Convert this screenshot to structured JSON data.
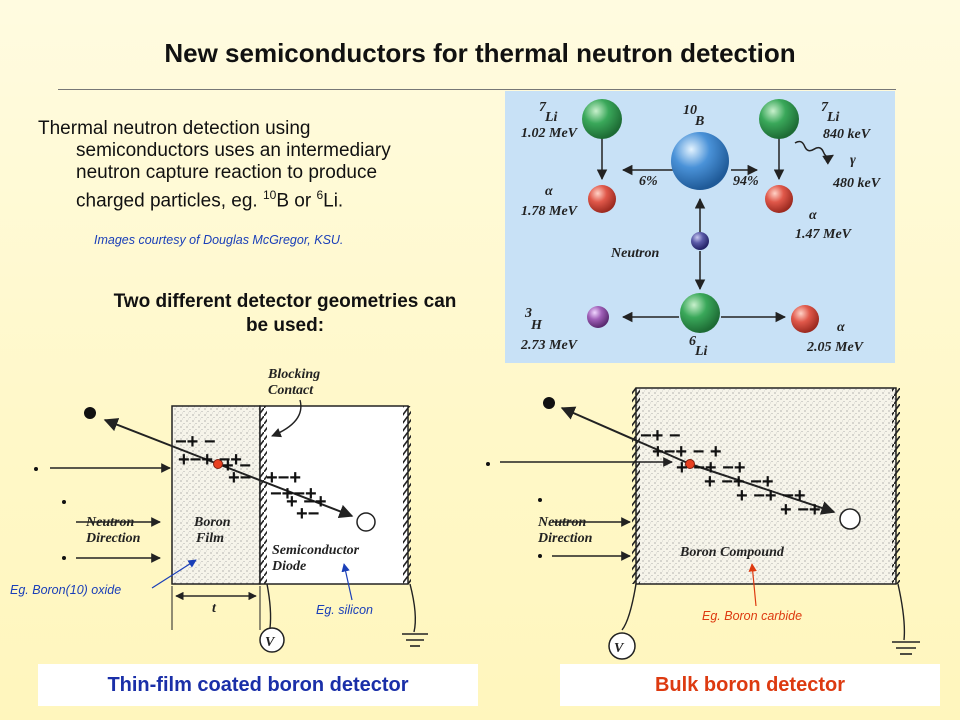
{
  "title": "New semiconductors for thermal neutron detection",
  "intro": {
    "line1": "Thermal neutron detection using",
    "line2": "semiconductors uses an intermediary",
    "line3": "neutron capture reaction to produce",
    "line4_prefix": "charged particles, eg. ",
    "b_mass": "10",
    "line4_mid": "B or ",
    "li_mass": "6",
    "line4_suffix": "Li."
  },
  "credit": "Images courtesy of Douglas McGregor, KSU.",
  "geometries_heading_line1": "Two different detector geometries can",
  "geometries_heading_line2": "be used:",
  "reaction_panel": {
    "li7_left": {
      "mass": "7",
      "symbol": "Li",
      "energy": "1.02 MeV"
    },
    "b10": {
      "mass": "10",
      "symbol": "B"
    },
    "li7_right": {
      "mass": "7",
      "symbol": "Li",
      "energy": "840 keV"
    },
    "gamma": {
      "symbol": "γ",
      "energy": "480 keV"
    },
    "alpha_left": {
      "symbol": "α",
      "energy": "1.78 MeV"
    },
    "alpha_right": {
      "symbol": "α",
      "energy": "1.47 MeV"
    },
    "branch_left": "6%",
    "branch_right": "94%",
    "neutron": "Neutron",
    "h3": {
      "mass": "3",
      "symbol": "H",
      "energy": "2.73 MeV"
    },
    "li6": {
      "mass": "6",
      "symbol": "Li"
    },
    "alpha_bottom": {
      "symbol": "α",
      "energy": "2.05 MeV"
    }
  },
  "thin_film_diagram": {
    "blocking_contact_line1": "Blocking",
    "blocking_contact_line2": "Contact",
    "neutron_direction_line1": "Neutron",
    "neutron_direction_line2": "Direction",
    "boron_film_line1": "Boron",
    "boron_film_line2": "Film",
    "semiconductor_diode_line1": "Semiconductor",
    "semiconductor_diode_line2": "Diode",
    "thickness_label": "t",
    "voltmeter": "V",
    "note_oxide": "Eg. Boron(10) oxide",
    "note_silicon": "Eg. silicon"
  },
  "bulk_diagram": {
    "neutron_direction_line1": "Neutron",
    "neutron_direction_line2": "Direction",
    "boron_compound": "Boron Compound",
    "voltmeter": "V",
    "note_carbide": "Eg. Boron carbide"
  },
  "captions": {
    "thin_film": "Thin-film coated boron detector",
    "bulk": "Bulk boron detector"
  },
  "colors": {
    "title_rule": "#777777",
    "panel_bg": "#c8e1f6",
    "note_blue": "#1a3fb8",
    "note_red": "#dd3a10",
    "green_sphere": "#3aa85a",
    "red_sphere": "#e0584a",
    "blue_sphere": "#4a92d8",
    "purple_sphere": "#a060b8"
  }
}
